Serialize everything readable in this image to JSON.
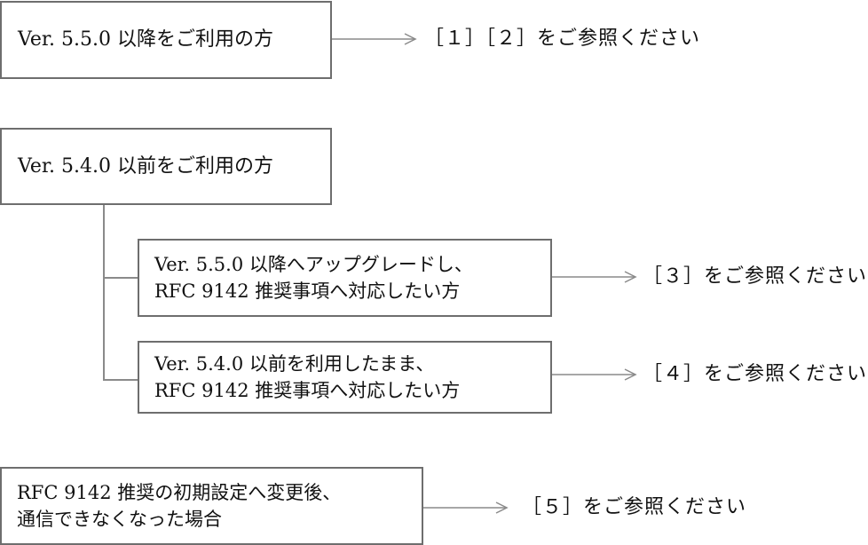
{
  "rows": [
    {
      "lines": [
        "Ver. 5.5.0 以降をご利用の方"
      ],
      "ref": "［１］［２］をご参照ください"
    },
    {
      "lines": [
        "Ver. 5.4.0 以前をご利用の方"
      ],
      "ref": ""
    },
    {
      "lines": [
        "Ver. 5.5.0 以降へアップグレードし、",
        "RFC 9142 推奨事項へ対応したい方"
      ],
      "ref": "［３］をご参照ください"
    },
    {
      "lines": [
        "Ver. 5.4.0 以前を利用したまま、",
        "RFC 9142 推奨事項へ対応したい方"
      ],
      "ref": "［４］をご参照ください"
    },
    {
      "lines": [
        "RFC 9142 推奨の初期設定へ変更後、",
        "通信できなくなった場合"
      ],
      "ref": "［５］をご参照ください"
    }
  ]
}
